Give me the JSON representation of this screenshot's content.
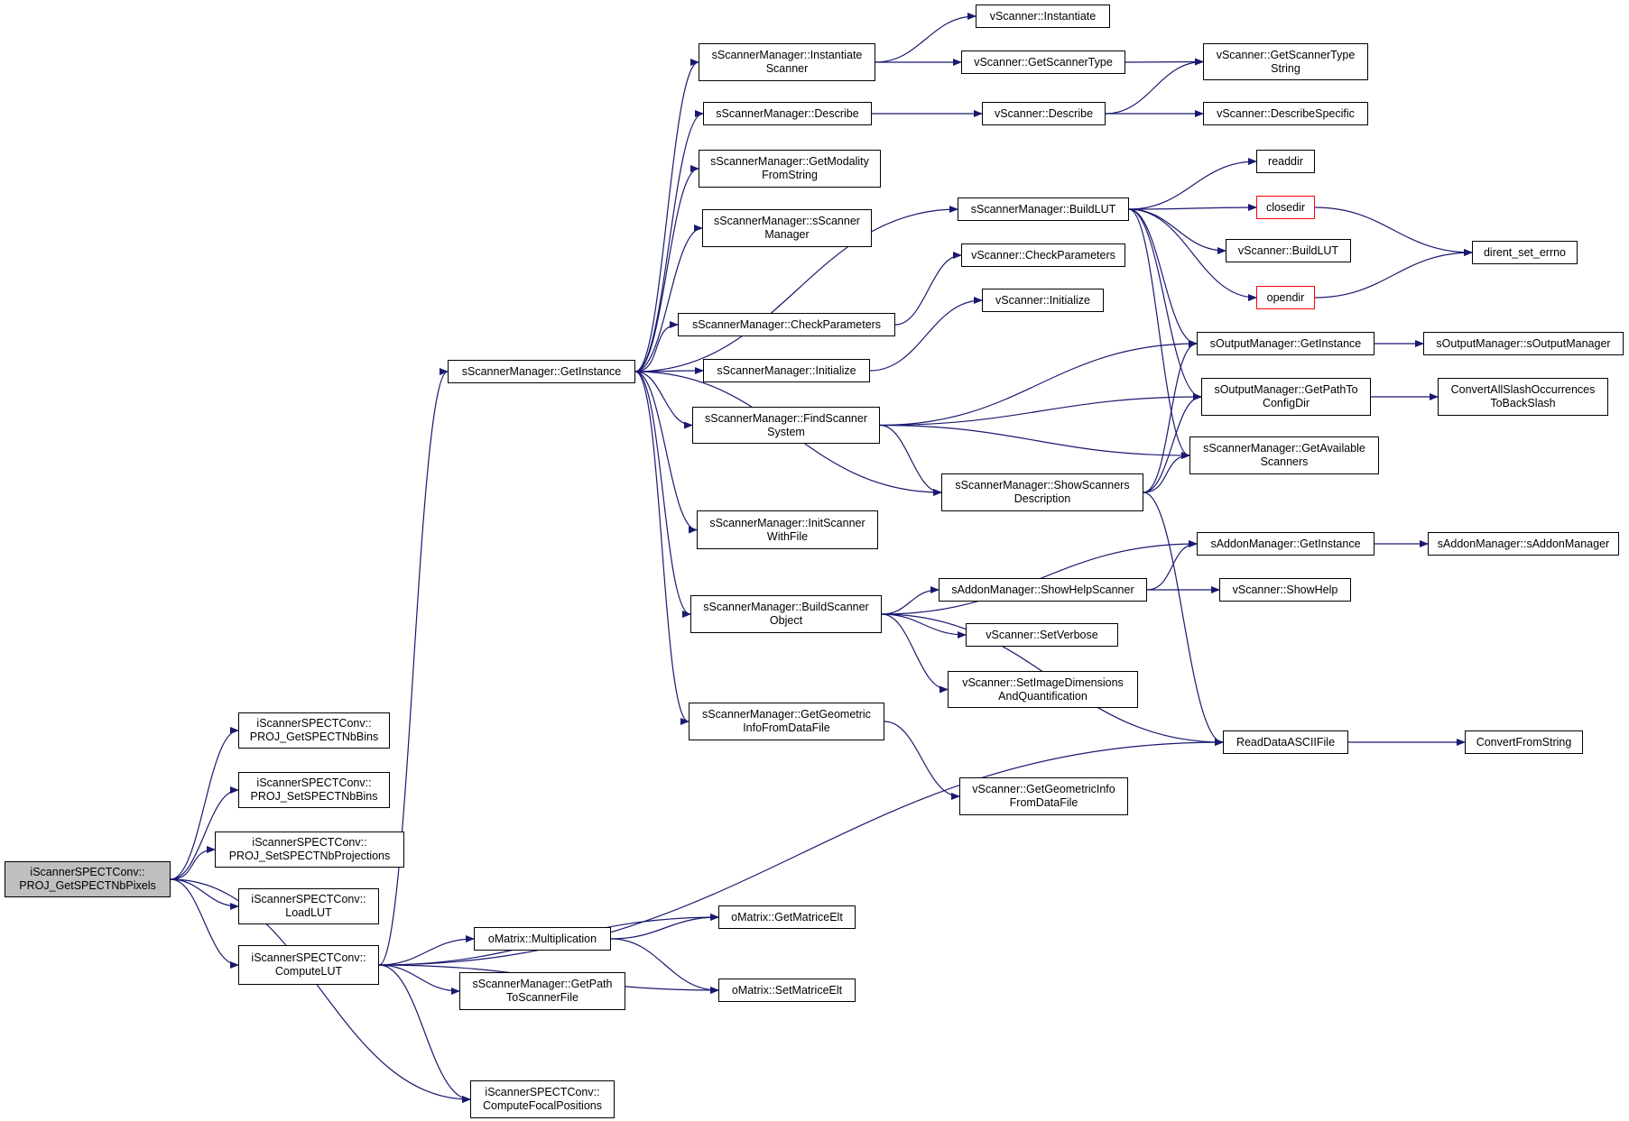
{
  "colors": {
    "edge": "#191970",
    "node_border": "#000000",
    "incomplete_border": "#ff0000",
    "root_fill": "#bfbfbf"
  },
  "nodes": {
    "root": "iScannerSPECTConv::\nPROJ_GetSPECTNbPixels",
    "getbins": "iScannerSPECTConv::\nPROJ_GetSPECTNbBins",
    "setbins": "iScannerSPECTConv::\nPROJ_SetSPECTNbBins",
    "setproj": "iScannerSPECTConv::\nPROJ_SetSPECTNbProjections",
    "loadlut": "iScannerSPECTConv::\nLoadLUT",
    "computelut": "iScannerSPECTConv::\nComputeLUT",
    "focal": "iScannerSPECTConv::\nComputeFocalPositions",
    "smgetinstance": "sScannerManager::GetInstance",
    "instscanner": "sScannerManager::Instantiate\nScanner",
    "smdescribe": "sScannerManager::Describe",
    "getmodality": "sScannerManager::GetModality\nFromString",
    "ctor": "sScannerManager::sScanner\nManager",
    "smbuildlut": "sScannerManager::BuildLUT",
    "smcheck": "sScannerManager::CheckParameters",
    "sminit": "sScannerManager::Initialize",
    "findscanner": "sScannerManager::FindScanner\nSystem",
    "showdesc": "sScannerManager::ShowScanners\nDescription",
    "initwithfile": "sScannerManager::InitScanner\nWithFile",
    "buildobj": "sScannerManager::BuildScanner\nObject",
    "getgeom": "sScannerManager::GetGeometric\nInfoFromDataFile",
    "getpath": "sScannerManager::GetPath\nToScannerFile",
    "mult": "oMatrix::Multiplication",
    "getelt": "oMatrix::GetMatriceElt",
    "setelt": "oMatrix::SetMatriceElt",
    "vinst": "vScanner::Instantiate",
    "vgettype": "vScanner::GetScannerType",
    "vgettypestr": "vScanner::GetScannerType\nString",
    "vdescribe": "vScanner::Describe",
    "vdescspec": "vScanner::DescribeSpecific",
    "readdir": "readdir",
    "closedir": "closedir",
    "opendir": "opendir",
    "vbuildlut": "vScanner::BuildLUT",
    "direrrno": "dirent_set_errno",
    "vcheck": "vScanner::CheckParameters",
    "vinit": "vScanner::Initialize",
    "outinst": "sOutputManager::GetInstance",
    "outctor": "sOutputManager::sOutputManager",
    "getpathcfg": "sOutputManager::GetPathTo\nConfigDir",
    "convslash": "ConvertAllSlashOccurrences\nToBackSlash",
    "getavail": "sScannerManager::GetAvailable\nScanners",
    "addoninst": "sAddonManager::GetInstance",
    "addonctor": "sAddonManager::sAddonManager",
    "showhelpscanner": "sAddonManager::ShowHelpScanner",
    "vshowhelp": "vScanner::ShowHelp",
    "vsetverbose": "vScanner::SetVerbose",
    "vsetimgdim": "vScanner::SetImageDimensions\nAndQuantification",
    "vgetgeom": "vScanner::GetGeometricInfo\nFromDataFile",
    "readascii": "ReadDataASCIIFile",
    "convfromstr": "ConvertFromString"
  },
  "edges": [
    [
      "root",
      "getbins"
    ],
    [
      "root",
      "setbins"
    ],
    [
      "root",
      "setproj"
    ],
    [
      "root",
      "loadlut"
    ],
    [
      "root",
      "computelut"
    ],
    [
      "root",
      "focal"
    ],
    [
      "computelut",
      "smgetinstance"
    ],
    [
      "computelut",
      "readascii"
    ],
    [
      "computelut",
      "getelt"
    ],
    [
      "computelut",
      "mult"
    ],
    [
      "computelut",
      "getpath"
    ],
    [
      "computelut",
      "setelt"
    ],
    [
      "computelut",
      "focal"
    ],
    [
      "mult",
      "getelt"
    ],
    [
      "mult",
      "setelt"
    ],
    [
      "smgetinstance",
      "instscanner"
    ],
    [
      "smgetinstance",
      "smdescribe"
    ],
    [
      "smgetinstance",
      "getmodality"
    ],
    [
      "smgetinstance",
      "ctor"
    ],
    [
      "smgetinstance",
      "smbuildlut"
    ],
    [
      "smgetinstance",
      "smcheck"
    ],
    [
      "smgetinstance",
      "sminit"
    ],
    [
      "smgetinstance",
      "findscanner"
    ],
    [
      "smgetinstance",
      "showdesc"
    ],
    [
      "smgetinstance",
      "initwithfile"
    ],
    [
      "smgetinstance",
      "buildobj"
    ],
    [
      "smgetinstance",
      "getgeom"
    ],
    [
      "instscanner",
      "vinst"
    ],
    [
      "instscanner",
      "vgettype"
    ],
    [
      "vgettype",
      "vgettypestr"
    ],
    [
      "smdescribe",
      "vdescribe"
    ],
    [
      "vdescribe",
      "vgettypestr"
    ],
    [
      "vdescribe",
      "vdescspec"
    ],
    [
      "smbuildlut",
      "readdir"
    ],
    [
      "smbuildlut",
      "closedir"
    ],
    [
      "smbuildlut",
      "vbuildlut"
    ],
    [
      "smbuildlut",
      "opendir"
    ],
    [
      "smbuildlut",
      "outinst"
    ],
    [
      "smbuildlut",
      "getpathcfg"
    ],
    [
      "smbuildlut",
      "getavail"
    ],
    [
      "closedir",
      "direrrno"
    ],
    [
      "opendir",
      "direrrno"
    ],
    [
      "smcheck",
      "vcheck"
    ],
    [
      "sminit",
      "vinit"
    ],
    [
      "findscanner",
      "outinst"
    ],
    [
      "findscanner",
      "getpathcfg"
    ],
    [
      "findscanner",
      "getavail"
    ],
    [
      "findscanner",
      "showdesc"
    ],
    [
      "showdesc",
      "outinst"
    ],
    [
      "showdesc",
      "getpathcfg"
    ],
    [
      "showdesc",
      "getavail"
    ],
    [
      "showdesc",
      "readascii"
    ],
    [
      "outinst",
      "outctor"
    ],
    [
      "getpathcfg",
      "convslash"
    ],
    [
      "buildobj",
      "addoninst"
    ],
    [
      "buildobj",
      "showhelpscanner"
    ],
    [
      "buildobj",
      "vsetverbose"
    ],
    [
      "buildobj",
      "vsetimgdim"
    ],
    [
      "buildobj",
      "readascii"
    ],
    [
      "addoninst",
      "addonctor"
    ],
    [
      "showhelpscanner",
      "addoninst"
    ],
    [
      "showhelpscanner",
      "vshowhelp"
    ],
    [
      "getgeom",
      "vgetgeom"
    ],
    [
      "readascii",
      "convfromstr"
    ]
  ]
}
